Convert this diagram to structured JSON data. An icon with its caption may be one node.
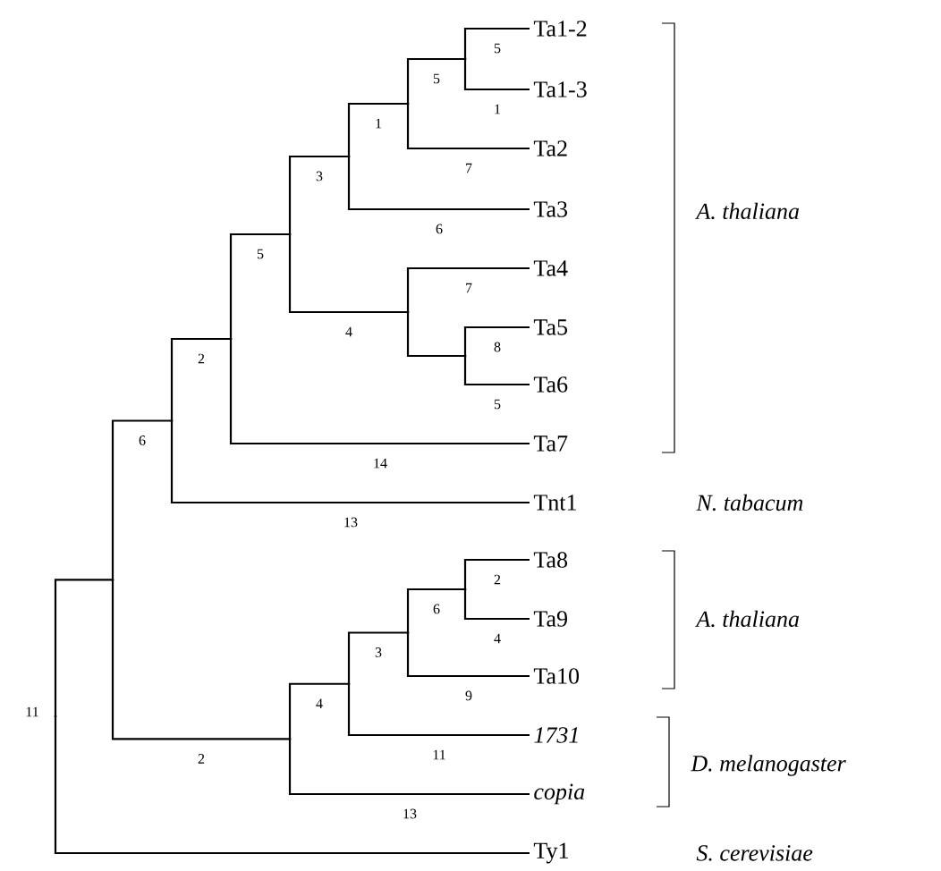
{
  "diagram": {
    "nodes": [
      {
        "text": [
          "Ta1-2"
        ]
      },
      {
        "text": [
          "Ta1-3"
        ]
      },
      {
        "text": [
          "Ta2"
        ]
      },
      {
        "text": [
          "Ta3"
        ]
      },
      {
        "text": [
          "Ta4"
        ]
      },
      {
        "text": [
          "Ta5"
        ]
      },
      {
        "text": [
          "Ta6"
        ]
      },
      {
        "text": [
          "Ta7"
        ]
      },
      {
        "text": [
          "Tnt1"
        ]
      },
      {
        "text": [
          "Ta8"
        ]
      },
      {
        "text": [
          "Ta9"
        ]
      },
      {
        "text": [
          "Ta10"
        ]
      },
      {
        "text": [
          "1731"
        ]
      },
      {
        "text": [
          "copia"
        ]
      },
      {
        "text": [
          "Ty1"
        ]
      },
      {
        "text": [],
        "shape": "point"
      },
      {
        "text": [],
        "shape": "point"
      },
      {
        "text": [],
        "shape": "point"
      },
      {
        "text": [],
        "shape": "point"
      },
      {
        "text": [],
        "shape": "point"
      },
      {
        "text": [],
        "shape": "point"
      },
      {
        "text": [],
        "shape": "point"
      },
      {
        "text": [],
        "shape": "point"
      },
      {
        "text": [],
        "shape": "point"
      },
      {
        "text": [],
        "shape": "point"
      },
      {
        "text": [],
        "shape": "point"
      },
      {
        "text": [],
        "shape": "point"
      },
      {
        "text": [],
        "shape": "point"
      },
      {
        "text": [],
        "shape": "point"
      }
    ],
    "edges": [
      {
        "from": 15,
        "to": 0,
        "arrow": "none",
        "label": "5"
      },
      {
        "from": 15,
        "to": 1,
        "arrow": "none",
        "label": "1"
      },
      {
        "from": 16,
        "to": 15,
        "arrow": "none",
        "label": "5"
      },
      {
        "from": 16,
        "to": 2,
        "arrow": "none",
        "label": "7"
      },
      {
        "from": 17,
        "to": 16,
        "arrow": "none",
        "label": "1"
      },
      {
        "from": 17,
        "to": 3,
        "arrow": "none",
        "label": "6"
      },
      {
        "from": 18,
        "to": 5,
        "arrow": "none",
        "label": "8"
      },
      {
        "from": 18,
        "to": 6,
        "arrow": "none",
        "label": "5"
      },
      {
        "from": 19,
        "to": 4,
        "arrow": "none",
        "label": "7"
      },
      {
        "from": 19,
        "to": 18,
        "arrow": "none"
      },
      {
        "from": 20,
        "to": 17,
        "arrow": "none",
        "label": "3"
      },
      {
        "from": 20,
        "to": 19,
        "arrow": "none",
        "label": "4"
      },
      {
        "from": 21,
        "to": 20,
        "arrow": "none",
        "label": "5"
      },
      {
        "from": 21,
        "to": 7,
        "arrow": "none",
        "label": "14"
      },
      {
        "from": 22,
        "to": 21,
        "arrow": "none",
        "label": "2"
      },
      {
        "from": 22,
        "to": 8,
        "arrow": "none",
        "label": "13"
      },
      {
        "from": 23,
        "to": 9,
        "arrow": "none",
        "label": "2"
      },
      {
        "from": 23,
        "to": 10,
        "arrow": "none",
        "label": "4"
      },
      {
        "from": 24,
        "to": 23,
        "arrow": "none",
        "label": "6"
      },
      {
        "from": 24,
        "to": 11,
        "arrow": "none",
        "label": "9"
      },
      {
        "from": 25,
        "to": 24,
        "arrow": "none",
        "label": "3"
      },
      {
        "from": 25,
        "to": 12,
        "arrow": "none",
        "label": "11"
      },
      {
        "from": 26,
        "to": 25,
        "arrow": "none",
        "label": "4"
      },
      {
        "from": 26,
        "to": 13,
        "arrow": "none",
        "label": "13"
      },
      {
        "from": 27,
        "to": 22,
        "arrow": "none",
        "label": "6"
      },
      {
        "from": 27,
        "to": 26,
        "arrow": "none",
        "label": "2"
      },
      {
        "from": 28,
        "to": 27,
        "arrow": "none"
      },
      {
        "from": 28,
        "to": 14,
        "arrow": "none"
      }
    ],
    "labels": [
      "A. thaliana",
      "N. tabacum",
      "A. thaliana",
      "D. melanogaster",
      "S. cerevisiae",
      "11"
    ]
  }
}
